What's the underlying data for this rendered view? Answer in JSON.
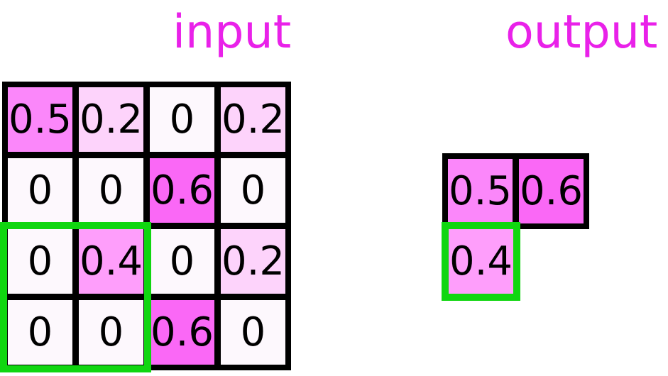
{
  "figure": {
    "input_title": "input",
    "output_title": "output",
    "operation": "2x2 max pooling"
  },
  "colors": {
    "background": "#ffffff",
    "title_text": "#e921e9",
    "cell_text": "#000000",
    "grid_border": "#000000",
    "pooling_window_green": "#10d610",
    "value_fills": {
      "0": "#fdf8fd",
      "0.2": "#fdd3fb",
      "0.4": "#fe9efb",
      "0.5": "#fb87fa",
      "0.6": "#fa68f6"
    }
  },
  "input_grid": {
    "rows": 4,
    "cols": 4,
    "values_by_row": [
      [
        "0.5",
        "0.2",
        "0",
        "0.2"
      ],
      [
        "0",
        "0",
        "0.6",
        "0"
      ],
      [
        "0",
        "0.4",
        "0",
        "0.2"
      ],
      [
        "0",
        "0",
        "0.6",
        "0"
      ]
    ],
    "cells": [
      {
        "value": "0.5",
        "color": "#fb87fa"
      },
      {
        "value": "0.2",
        "color": "#fdd3fb"
      },
      {
        "value": "0",
        "color": "#fdf8fd"
      },
      {
        "value": "0.2",
        "color": "#fdd3fb"
      },
      {
        "value": "0",
        "color": "#fdf8fd"
      },
      {
        "value": "0",
        "color": "#fdf8fd"
      },
      {
        "value": "0.6",
        "color": "#fa68f6"
      },
      {
        "value": "0",
        "color": "#fdf8fd"
      },
      {
        "value": "0",
        "color": "#fdf8fd"
      },
      {
        "value": "0.4",
        "color": "#fe9efb"
      },
      {
        "value": "0",
        "color": "#fdf8fd"
      },
      {
        "value": "0.2",
        "color": "#fdd3fb"
      },
      {
        "value": "0",
        "color": "#fdf8fd"
      },
      {
        "value": "0",
        "color": "#fdf8fd"
      },
      {
        "value": "0.6",
        "color": "#fa68f6"
      },
      {
        "value": "0",
        "color": "#fdf8fd"
      }
    ],
    "pooling_window_position": "rows 3-4, cols 1-2"
  },
  "output_grid": {
    "cells": [
      {
        "value": "0.5",
        "color": "#fb87fa"
      },
      {
        "value": "0.6",
        "color": "#fa68f6"
      }
    ],
    "highlighted_cell": {
      "value": "0.4",
      "color": "#fe9efb"
    }
  }
}
